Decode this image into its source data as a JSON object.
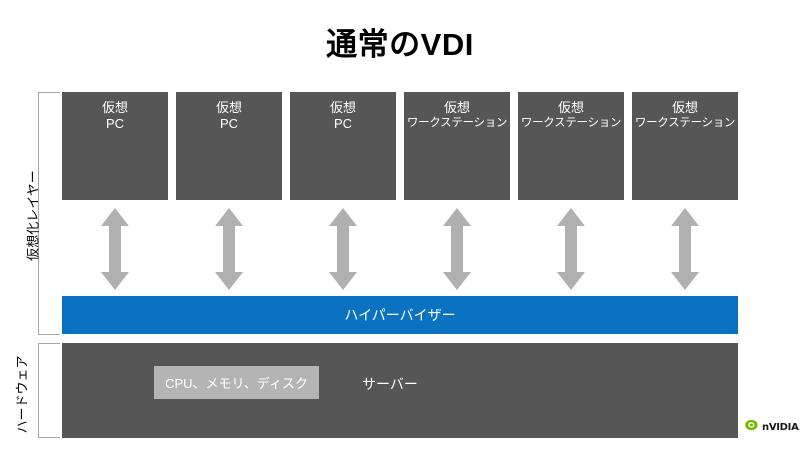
{
  "slide": {
    "title": "通常のVDI",
    "background": "#ffffff"
  },
  "colors": {
    "box_dark_gray": "#565656",
    "hypervisor_blue": "#0b72c2",
    "chip_light_gray": "#b4b4b4",
    "arrow_gray": "#b0b0b0",
    "bracket_gray": "#a6a6a6",
    "nvidia_green": "#76b900"
  },
  "side_labels": {
    "virtualization": "仮想化レイヤー",
    "hardware": "ハードウェア"
  },
  "vm_row": {
    "boxes": [
      {
        "line1": "仮想",
        "line2": "PC",
        "type": "pc"
      },
      {
        "line1": "仮想",
        "line2": "PC",
        "type": "pc"
      },
      {
        "line1": "仮想",
        "line2": "PC",
        "type": "pc"
      },
      {
        "line1": "仮想",
        "line2": "ワークステーション",
        "type": "workstation"
      },
      {
        "line1": "仮想",
        "line2": "ワークステーション",
        "type": "workstation"
      },
      {
        "line1": "仮想",
        "line2": "ワークステーション",
        "type": "workstation"
      }
    ]
  },
  "arrows": {
    "count": 6,
    "icon": "double-headed-vertical-arrow-icon"
  },
  "hypervisor": {
    "label": "ハイパーバイザー"
  },
  "hardware": {
    "chip_label": "CPU、メモリ、ディスク",
    "server_label": "サーバー"
  },
  "logo": {
    "wordmark": "nVIDIA.",
    "mark_name": "nvidia-eye-icon"
  }
}
